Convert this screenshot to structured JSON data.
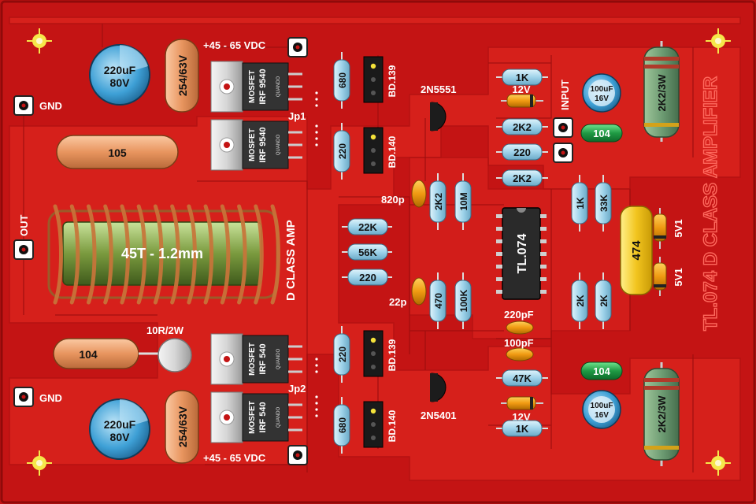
{
  "colors": {
    "board": "#c41414",
    "board_edge": "#8f0a0a",
    "trace": "#e52a22",
    "trace_edge": "#a91111",
    "pad_gold": "#f4e23a",
    "silk": "#ffffff",
    "resistor": "#a8d8ee",
    "ceramic": "#e8955f",
    "cap_electrolytic": "#3ea0d6",
    "green_cap": "#1f9a44",
    "yellow_cap": "#f2c51f",
    "mosfet": "#333333",
    "coil_wire": "#c8743a",
    "coil_core": "#7a9a3e"
  },
  "labels": {
    "vdc_top": "+45 - 65 VDC",
    "vdc_bottom": "+45 - 65 VDC",
    "gnd_top": "GND",
    "gnd_bottom": "GND",
    "out": "OUT",
    "input": "INPUT",
    "jp1": "Jp1",
    "jp2": "Jp2",
    "amp_title": "D CLASS AMP",
    "board_title": "TL.074 D CLASS AMPLIFIER"
  },
  "components": {
    "cap_top": {
      "value": "220uF",
      "voltage": "80V"
    },
    "cap_bottom": {
      "value": "220uF",
      "voltage": "80V"
    },
    "film_top": "254/63V",
    "film_bottom": "254/63V",
    "cap_105": "105",
    "cap_104_left": "104",
    "coil": "45T - 1.2mm",
    "res_10r": "10R/2W",
    "mosfet_top1": {
      "line1": "MOSFET",
      "line2": "IRF 9540",
      "brand": "QUANDO"
    },
    "mosfet_top2": {
      "line1": "MOSFET",
      "line2": "IRF 9540",
      "brand": "QUANDO"
    },
    "mosfet_bot1": {
      "line1": "MOSFET",
      "line2": "IRF 540",
      "brand": "QUANDO"
    },
    "mosfet_bot2": {
      "line1": "MOSFET",
      "line2": "IRF 540",
      "brand": "QUANDO"
    },
    "r680_top": "680",
    "r220_top": "220",
    "r220_bot": "220",
    "r680_bot": "680",
    "bd139_top": "BD.139",
    "bd140_top": "BD.140",
    "bd139_bot": "BD.139",
    "bd140_bot": "BD.140",
    "q_2n5551": "2N5551",
    "q_2n5401": "2N5401",
    "r22k": "22K",
    "r56k": "56K",
    "r220_mid": "220",
    "c820p": "820p",
    "c22p": "22p",
    "r2k2_v": "2K2",
    "r10m": "10M",
    "r470": "470",
    "r100k": "100K",
    "ic": "TL.074",
    "r1k_top": "1K",
    "z12v_top": "12V",
    "r2k2_a": "2K2",
    "r220_b": "220",
    "r2k2_b": "2K2",
    "r1k_v": "1K",
    "r33k": "33K",
    "cap_474": "474",
    "z5v1_a": "5V1",
    "z5v1_b": "5V1",
    "r2k_a": "2K",
    "r2k_b": "2K",
    "c220pf": "220pF",
    "c100pf": "100pF",
    "r47k": "47K",
    "z12v_bot": "12V",
    "r1k_bot": "1K",
    "elec_top_right": {
      "value": "100uF",
      "voltage": "16V"
    },
    "elec_bot_right": {
      "value": "100uF",
      "voltage": "16V"
    },
    "c104_top_right": "104",
    "c104_bot_right": "104",
    "r2k2_3w_top": "2K2/3W",
    "r2k2_3w_bot": "2K2/3W"
  }
}
